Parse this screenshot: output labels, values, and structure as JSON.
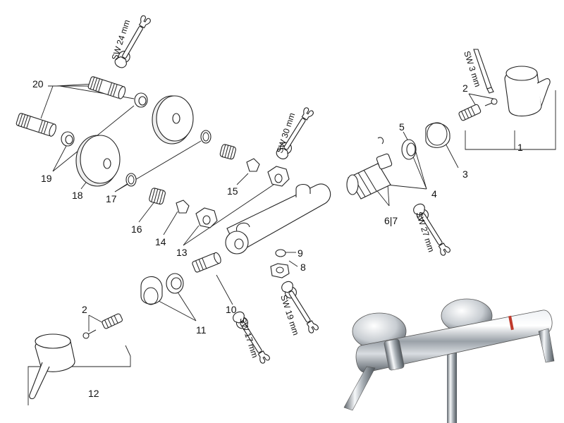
{
  "part_labels": {
    "p1": "1",
    "p2_right": "2",
    "p2_left": "2",
    "p3": "3",
    "p4": "4",
    "p5": "5",
    "p6_7": "6|7",
    "p8": "8",
    "p9": "9",
    "p10": "10",
    "p11": "11",
    "p12": "12",
    "p13": "13",
    "p14": "14",
    "p15": "15",
    "p16": "16",
    "p17": "17",
    "p18": "18",
    "p19": "19",
    "p20": "20"
  },
  "tool_labels": {
    "sw24": "SW 24 mm",
    "sw30": "SW 30 mm",
    "sw3": "SW 3 mm",
    "sw27": "SW 27 mm",
    "sw19": "SW 19 mm",
    "sw17": "SW 17 mm"
  },
  "colors": {
    "line": "#222222",
    "chrome_dark": "#6d7379",
    "chrome_light": "#f2f4f6",
    "indicator_red": "#c0392b"
  },
  "icons": [
    "wrench-icon",
    "allen-key-icon"
  ]
}
